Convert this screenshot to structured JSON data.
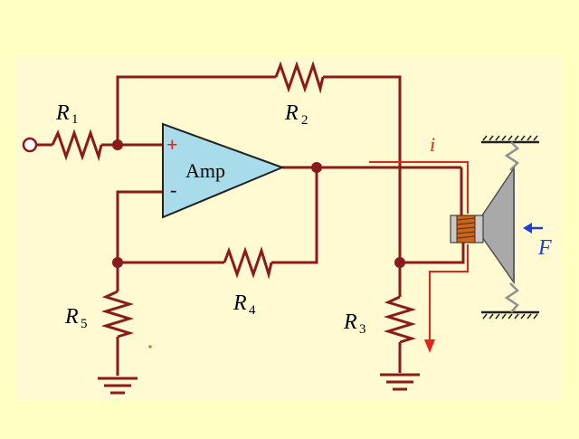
{
  "colors": {
    "background": "#ffffc4",
    "panel": "#fffad2",
    "wire": "#8b1a1a",
    "current": "#e8241a",
    "amp_fill": "#a8dcea",
    "amp_stroke": "#202020",
    "force": "#1f3fd6",
    "speaker_cone": "#a9a9a9",
    "coil": "#c8661e",
    "spring": "#909090"
  },
  "labels": {
    "r1": "R",
    "r1_sub": "1",
    "r2": "R",
    "r2_sub": "2",
    "r3": "R",
    "r3_sub": "3",
    "r4": "R",
    "r4_sub": "4",
    "r5": "R",
    "r5_sub": "5",
    "amp": "Amp",
    "plus": "+",
    "minus": "-",
    "current": "i",
    "force": "F"
  },
  "icons": {
    "resistor": "zigzag-resistor-icon",
    "ground": "ground-symbol-icon",
    "speaker": "loudspeaker-icon",
    "spring": "spring-icon",
    "input_terminal": "open-circle-terminal-icon"
  }
}
